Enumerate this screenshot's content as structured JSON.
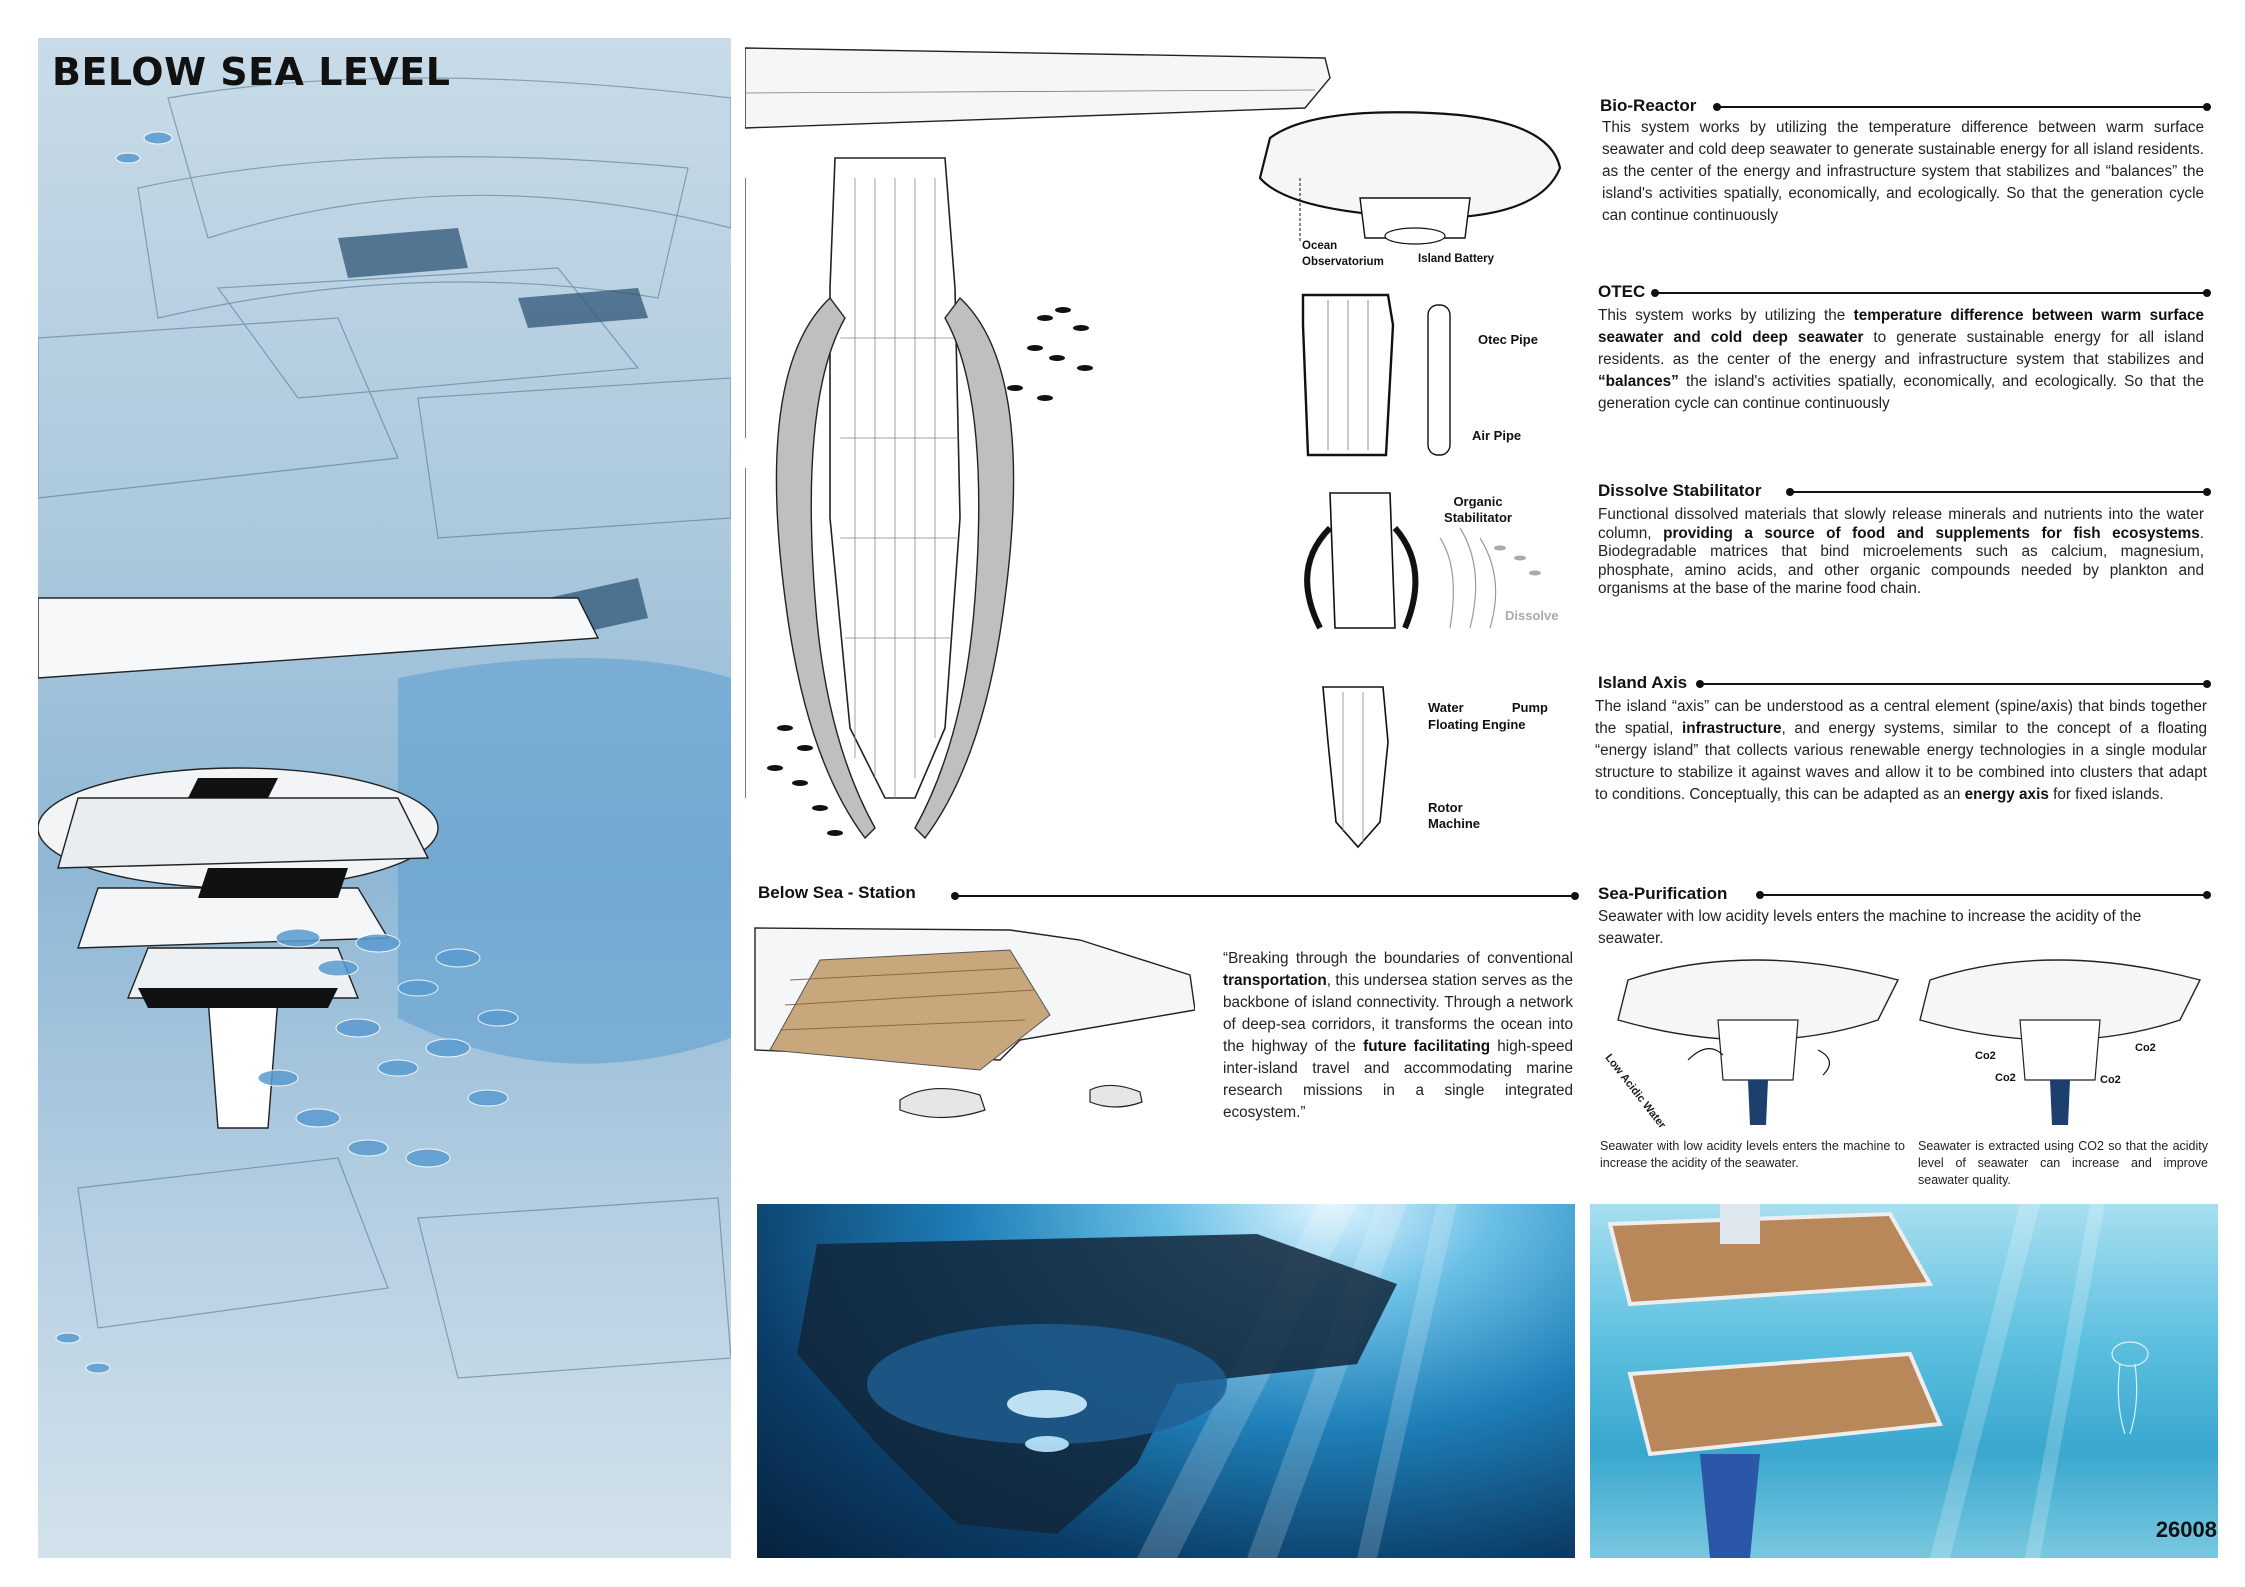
{
  "hero": {
    "title": "BELOW SEA LEVEL"
  },
  "sections": {
    "bio_reactor": {
      "title": "Bio-Reactor",
      "text": "This system works by utilizing the temperature difference between warm surface seawater and cold deep seawater to generate sustainable energy for all island residents. as the center of the energy and infrastructure system that stabilizes and “balances” the island's activities spatially, economically, and ecologically. So that the generation cycle can continue continuously"
    },
    "otec": {
      "title": "OTEC",
      "text_1": "This system works by utilizing the ",
      "bold_1": "temperature difference between warm surface seawater and cold deep seawater",
      "text_2": " to generate sustainable energy for all island residents. as the center of the energy and infrastructure system that stabilizes and ",
      "bold_2": "“balances”",
      "text_3": " the island's activities spatially, economically, and ecologically. So that the generation cycle can continue continuously"
    },
    "dissolve": {
      "title": "Dissolve Stabilitator",
      "text_1": "Functional dissolved materials that slowly release minerals and nutrients into the water column, ",
      "bold_1": "providing a source of food and supplements for fish ecosystems",
      "text_2": ". Biodegradable matrices that bind microelements such as calcium, magnesium, phosphate, amino acids, and other organic compounds needed by plankton and organisms at the base of the marine food chain."
    },
    "island_axis": {
      "title": "Island Axis",
      "text_1": "The island “axis” can be understood as a central element (spine/axis) that binds together the spatial, ",
      "bold_1": "infrastructure",
      "text_2": ", and energy systems, similar to the concept of a floating “energy island” that collects various renewable energy technologies in a single modular structure to stabilize it against waves and allow it to be combined into clusters that adapt to conditions. Conceptually, this can be adapted as an ",
      "bold_2": "energy axis",
      "text_3": " for fixed islands."
    },
    "sea_purification": {
      "title": "Sea-Purification",
      "text": "Seawater with low acidity levels enters the machine to increase the acidity of the seawater.",
      "caption_left": "Seawater with low acidity levels enters the machine to increase the acidity of the seawater.",
      "caption_right": "Seawater is extracted using CO2 so that the acidity level of seawater can increase and improve seawater quality.",
      "label_low_acidic": "Low Acidic Water",
      "co2_label": "Co2"
    },
    "station": {
      "title": "Below Sea - Station",
      "quote_1": "“Breaking through the boundaries of conventional ",
      "bold_1": "transportation",
      "quote_2": ", this undersea station serves as the backbone of island connectivity. Through a network of deep-sea corridors, it transforms the ocean into the highway of the ",
      "bold_2": "future facilitating",
      "quote_3": " high-speed inter-island travel and accommodating marine research missions in a single integrated ecosystem.”"
    }
  },
  "labels": {
    "ocean_observatorium": "Ocean Observatorium",
    "island_battery": "Island Battery",
    "otec_pipe": "Otec Pipe",
    "air_pipe": "Air Pipe",
    "organic_stabilitator": "Organic Stabilitator",
    "dissolve": "Dissolve",
    "water_pump": "Water Pump",
    "floating_engine": "Floating Engine",
    "rotor_machine": "Rotor Machine"
  },
  "footer": {
    "id_number": "26008"
  },
  "colors": {
    "line": "#111111",
    "hero_blue": "#8fb8d6",
    "deck_wood": "#c9a77c",
    "render_deep": "#0b3c66"
  }
}
